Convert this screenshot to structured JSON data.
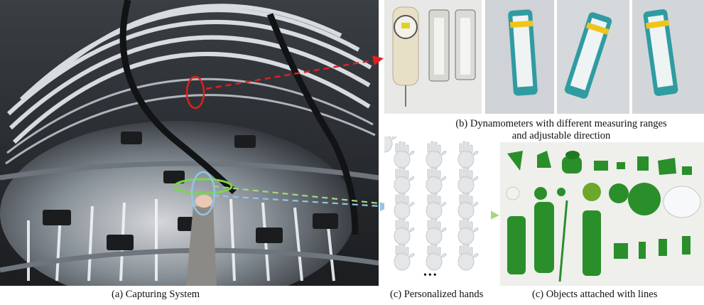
{
  "captions": {
    "capturing_system": "(a) Capturing System",
    "dynamometers_line1": "(b) Dynamometers with different measuring ranges",
    "dynamometers_line2": "and adjustable direction",
    "personalized_hands": "(c) Personalized hands",
    "objects": "(c) Objects attached with lines"
  },
  "hands_ellipsis": "•••",
  "colors": {
    "highlight_red": "#e0201c",
    "highlight_green": "#7bd64a",
    "highlight_blue": "#8fc6e8",
    "object_green": "#2a8f2a"
  }
}
